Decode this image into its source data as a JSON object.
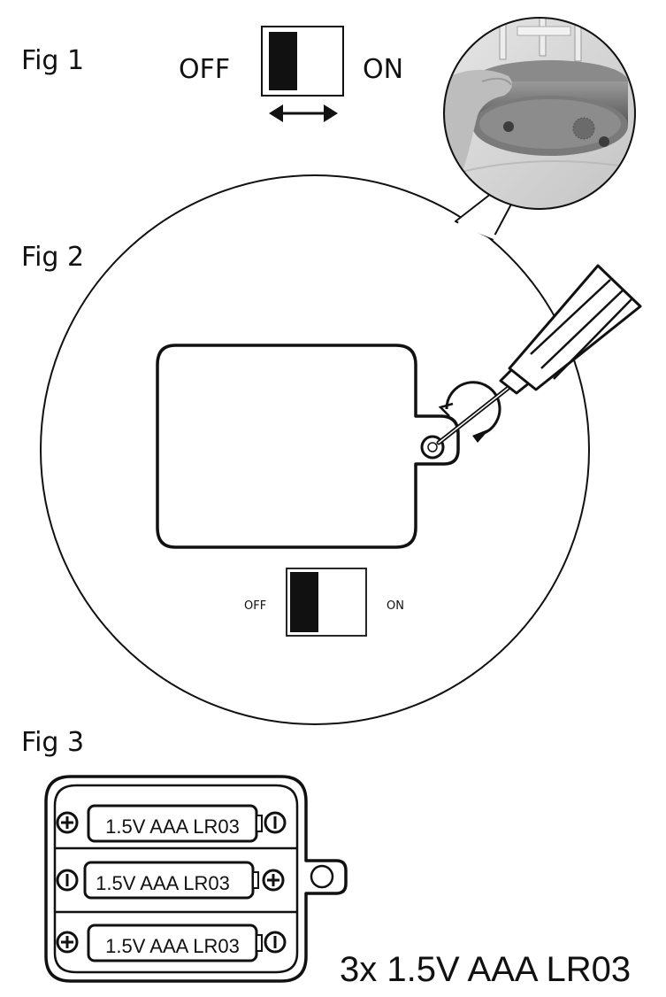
{
  "fig1": {
    "label": "Fig 1",
    "off": "OFF",
    "on": "ON"
  },
  "fig2": {
    "label": "Fig 2",
    "off": "OFF",
    "on": "ON"
  },
  "fig3": {
    "label": "Fig 3",
    "batteries": [
      {
        "text": "1.5V AAA LR03",
        "left_pole": "+",
        "right_pole": "−"
      },
      {
        "text": "1.5V AAA LR03",
        "left_pole": "−",
        "right_pole": "+"
      },
      {
        "text": "1.5V AAA LR03",
        "left_pole": "+",
        "right_pole": "−"
      }
    ],
    "caption": "3x 1.5V AAA LR03"
  },
  "colors": {
    "ink": "#111111",
    "photo_bg": "#d8d8d8",
    "device": "#7a7a7a"
  }
}
